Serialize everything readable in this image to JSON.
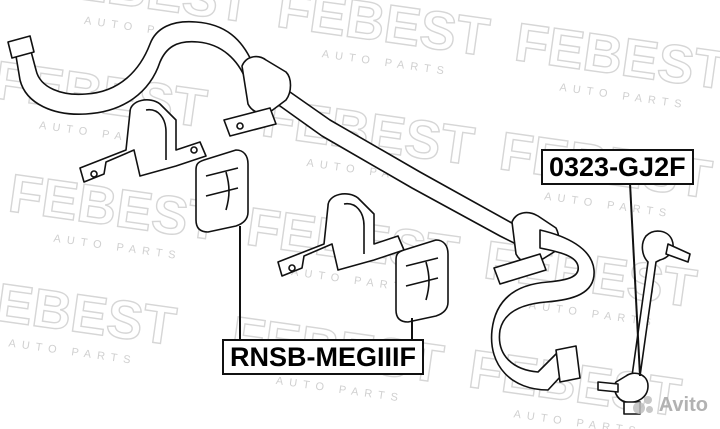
{
  "watermark": {
    "brand": "FEBEST",
    "sub": "AUTO PARTS"
  },
  "parts": {
    "stabilizer_link": "0323-GJ2F",
    "bushing": "RNSB-MEGIIIF"
  },
  "overlay": {
    "avito": "Avito"
  },
  "colors": {
    "line": "#111111",
    "watermark": "#d6d6d6",
    "background": "#ffffff"
  }
}
